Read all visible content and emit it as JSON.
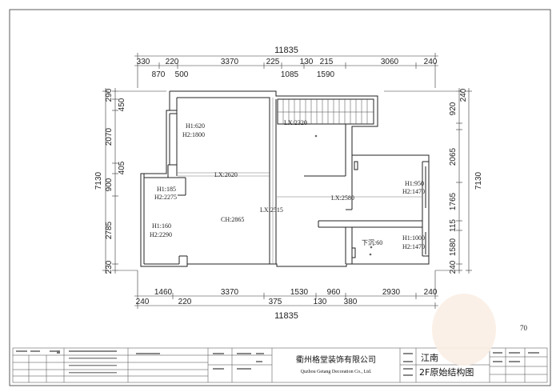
{
  "dimensions": {
    "top_total": "11835",
    "top_row1": [
      "330",
      "220",
      "3370",
      "225",
      "130",
      "215",
      "3060",
      "240"
    ],
    "top_row2": [
      "870",
      "500",
      "1085",
      "1590"
    ],
    "bottom_row1": [
      "1460",
      "3370",
      "1530",
      "960",
      "2930",
      "240"
    ],
    "bottom_row2": [
      "240",
      "220",
      "375",
      "130",
      "380"
    ],
    "bottom_total": "11835",
    "left_outer": [
      "290",
      "450",
      "2070",
      "405",
      "900",
      "2785",
      "230"
    ],
    "left_total": "7130",
    "right_outer": [
      "920",
      "240",
      "2065",
      "1765",
      "115",
      "1580",
      "240"
    ],
    "right_total": "7130"
  },
  "annotations": {
    "h1_620": "H1:620",
    "h2_1800": "H2:1800",
    "lx_2320": "LX:2320",
    "lx_2620": "LX:2620",
    "h1_185": "H1:185",
    "h2_2275": "H2:2275",
    "h1_950": "H1:950",
    "h2_1470_a": "H2:1470",
    "lx_2580": "LX:2580",
    "lx_2515": "LX:2515",
    "ch_2865": "CH:2865",
    "h1_160": "H1:160",
    "h2_2290": "H2:2290",
    "xiachen": "下沉:60",
    "h1_1000": "H1:1000",
    "h2_1470_b": "H2:1470"
  },
  "title_block": {
    "company_cn": "衢州格堂装饰有限公司",
    "company_en": "Quzhou Getang Decoration Co., Ltd.",
    "project": "江南",
    "drawing_title": "2F原始结构图"
  },
  "page_number": "70"
}
